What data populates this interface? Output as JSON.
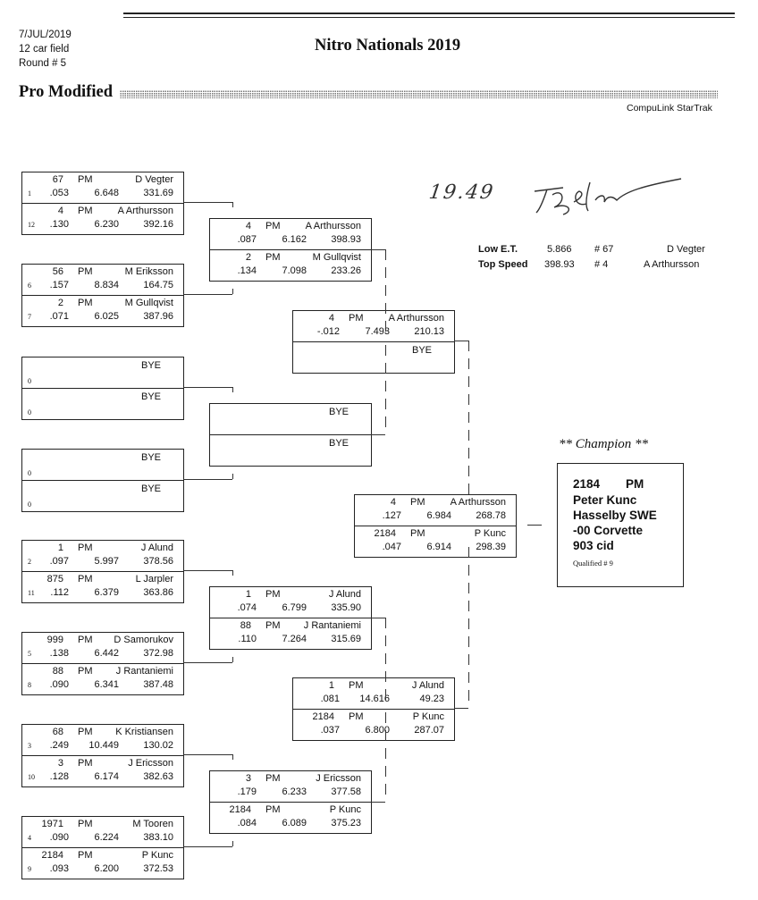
{
  "header": {
    "date": "7/JUL/2019",
    "field": "12 car field",
    "round": "Round # 5",
    "title": "Nitro Nationals 2019",
    "class_name": "Pro Modified",
    "software": "CompuLink StarTrak"
  },
  "signature_text": "19.49",
  "stats": {
    "low_et": {
      "label": "Low  E.T.",
      "value": "5.866",
      "car": "# 67",
      "driver": "D Vegter"
    },
    "top_speed": {
      "label": "Top Speed",
      "value": "398.93",
      "car": "# 4",
      "driver": "A Arthursson"
    }
  },
  "champion": {
    "heading": "** Champion **",
    "car": "2184",
    "class": "PM",
    "name": "Peter Kunc",
    "home": "Hasselby SWE",
    "vehicle": "-00 Corvette",
    "engine": "903 cid",
    "qualified": "Qualified # 9"
  },
  "round1": [
    {
      "top": {
        "seed": "1",
        "car": "67",
        "cls": "PM",
        "driver": "D Vegter",
        "rt": ".053",
        "et": "6.648",
        "mph": "331.69"
      },
      "bot": {
        "seed": "12",
        "car": "4",
        "cls": "PM",
        "driver": "A Arthursson",
        "rt": ".130",
        "et": "6.230",
        "mph": "392.16"
      }
    },
    {
      "top": {
        "seed": "6",
        "car": "56",
        "cls": "PM",
        "driver": "M Eriksson",
        "rt": ".157",
        "et": "8.834",
        "mph": "164.75"
      },
      "bot": {
        "seed": "7",
        "car": "2",
        "cls": "PM",
        "driver": "M Gullqvist",
        "rt": ".071",
        "et": "6.025",
        "mph": "387.96"
      }
    },
    {
      "top": {
        "seed": "0",
        "car": "",
        "cls": "",
        "driver": "BYE",
        "rt": "",
        "et": "",
        "mph": ""
      },
      "bot": {
        "seed": "0",
        "car": "",
        "cls": "",
        "driver": "BYE",
        "rt": "",
        "et": "",
        "mph": ""
      }
    },
    {
      "top": {
        "seed": "0",
        "car": "",
        "cls": "",
        "driver": "BYE",
        "rt": "",
        "et": "",
        "mph": ""
      },
      "bot": {
        "seed": "0",
        "car": "",
        "cls": "",
        "driver": "BYE",
        "rt": "",
        "et": "",
        "mph": ""
      }
    },
    {
      "top": {
        "seed": "2",
        "car": "1",
        "cls": "PM",
        "driver": "J Alund",
        "rt": ".097",
        "et": "5.997",
        "mph": "378.56"
      },
      "bot": {
        "seed": "11",
        "car": "875",
        "cls": "PM",
        "driver": "L Jarpler",
        "rt": ".112",
        "et": "6.379",
        "mph": "363.86"
      }
    },
    {
      "top": {
        "seed": "5",
        "car": "999",
        "cls": "PM",
        "driver": "D Samorukov",
        "rt": ".138",
        "et": "6.442",
        "mph": "372.98"
      },
      "bot": {
        "seed": "8",
        "car": "88",
        "cls": "PM",
        "driver": "J Rantaniemi",
        "rt": ".090",
        "et": "6.341",
        "mph": "387.48"
      }
    },
    {
      "top": {
        "seed": "3",
        "car": "68",
        "cls": "PM",
        "driver": "K Kristiansen",
        "rt": ".249",
        "et": "10.449",
        "mph": "130.02"
      },
      "bot": {
        "seed": "10",
        "car": "3",
        "cls": "PM",
        "driver": "J Ericsson",
        "rt": ".128",
        "et": "6.174",
        "mph": "382.63"
      }
    },
    {
      "top": {
        "seed": "4",
        "car": "1971",
        "cls": "PM",
        "driver": "M Tooren",
        "rt": ".090",
        "et": "6.224",
        "mph": "383.10"
      },
      "bot": {
        "seed": "9",
        "car": "2184",
        "cls": "PM",
        "driver": "P Kunc",
        "rt": ".093",
        "et": "6.200",
        "mph": "372.53"
      }
    }
  ],
  "round2": [
    {
      "top": {
        "car": "4",
        "cls": "PM",
        "driver": "A Arthursson",
        "rt": ".087",
        "et": "6.162",
        "mph": "398.93"
      },
      "bot": {
        "car": "2",
        "cls": "PM",
        "driver": "M Gullqvist",
        "rt": ".134",
        "et": "7.098",
        "mph": "233.26"
      }
    },
    {
      "top": {
        "car": "",
        "cls": "",
        "driver": "BYE",
        "rt": "",
        "et": "",
        "mph": ""
      },
      "bot": {
        "car": "",
        "cls": "",
        "driver": "BYE",
        "rt": "",
        "et": "",
        "mph": ""
      }
    },
    {
      "top": {
        "car": "1",
        "cls": "PM",
        "driver": "J Alund",
        "rt": ".074",
        "et": "6.799",
        "mph": "335.90"
      },
      "bot": {
        "car": "88",
        "cls": "PM",
        "driver": "J Rantaniemi",
        "rt": ".110",
        "et": "7.264",
        "mph": "315.69"
      }
    },
    {
      "top": {
        "car": "3",
        "cls": "PM",
        "driver": "J Ericsson",
        "rt": ".179",
        "et": "6.233",
        "mph": "377.58"
      },
      "bot": {
        "car": "2184",
        "cls": "PM",
        "driver": "P Kunc",
        "rt": ".084",
        "et": "6.089",
        "mph": "375.23"
      }
    }
  ],
  "round3": [
    {
      "top": {
        "car": "4",
        "cls": "PM",
        "driver": "A Arthursson",
        "rt": "-.012",
        "et": "7.493",
        "mph": "210.13"
      },
      "bot": {
        "car": "",
        "cls": "",
        "driver": "BYE",
        "rt": "",
        "et": "",
        "mph": ""
      }
    },
    {
      "top": {
        "car": "1",
        "cls": "PM",
        "driver": "J Alund",
        "rt": ".081",
        "et": "14.616",
        "mph": "49.23"
      },
      "bot": {
        "car": "2184",
        "cls": "PM",
        "driver": "P Kunc",
        "rt": ".037",
        "et": "6.800",
        "mph": "287.07"
      }
    }
  ],
  "final": [
    {
      "top": {
        "car": "4",
        "cls": "PM",
        "driver": "A Arthursson",
        "rt": ".127",
        "et": "6.984",
        "mph": "268.78"
      },
      "bot": {
        "car": "2184",
        "cls": "PM",
        "driver": "P Kunc",
        "rt": ".047",
        "et": "6.914",
        "mph": "298.39"
      }
    }
  ]
}
